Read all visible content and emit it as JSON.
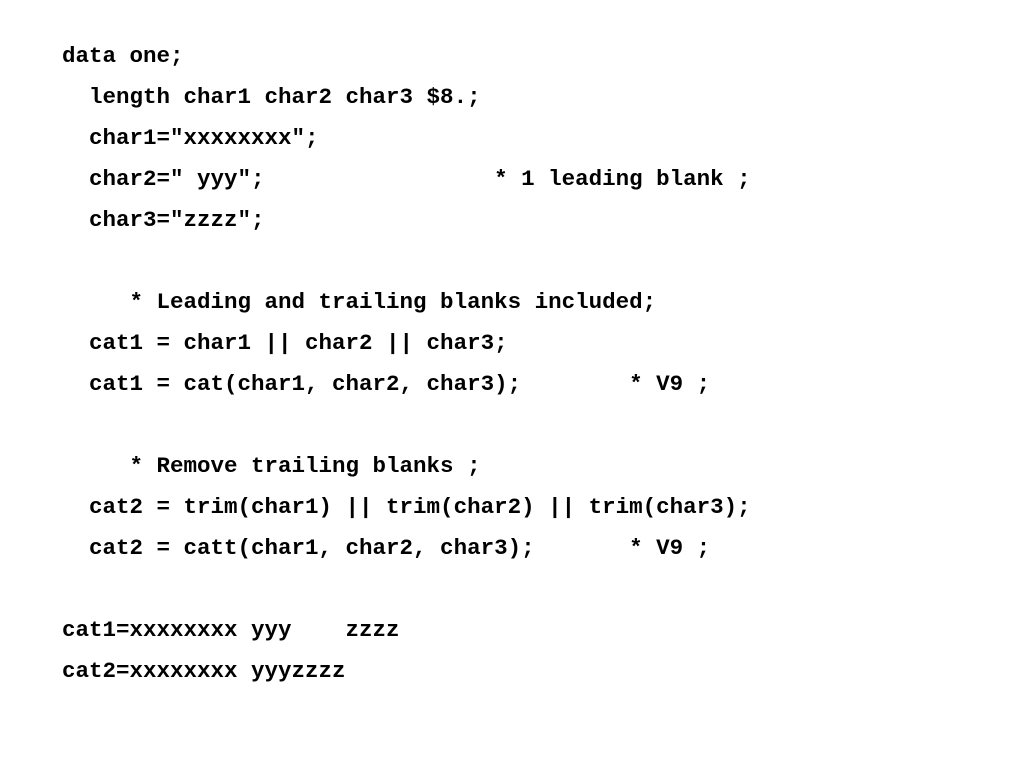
{
  "code_lines": [
    "data one;",
    "  length char1 char2 char3 $8.;",
    "  char1=\"xxxxxxxx\";",
    "  char2=\" yyy\";                 * 1 leading blank ;",
    "  char3=\"zzzz\";",
    "",
    "     * Leading and trailing blanks included;",
    "  cat1 = char1 || char2 || char3;",
    "  cat1 = cat(char1, char2, char3);        * V9 ;",
    "",
    "     * Remove trailing blanks ;",
    "  cat2 = trim(char1) || trim(char2) || trim(char3);",
    "  cat2 = catt(char1, char2, char3);       * V9 ;",
    "",
    "cat1=xxxxxxxx yyy    zzzz",
    "cat2=xxxxxxxx yyyzzzz"
  ]
}
